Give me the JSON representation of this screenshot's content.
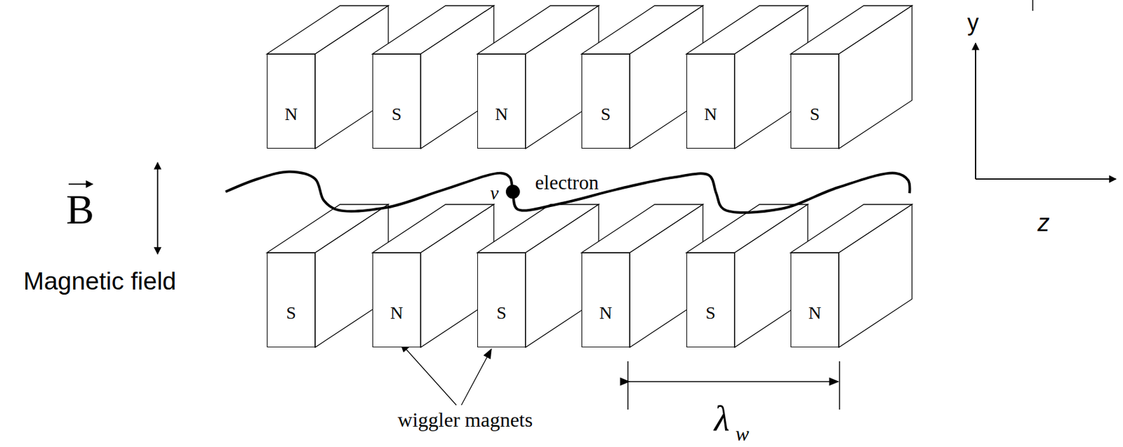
{
  "diagram": {
    "nodes": [
      {
        "text": [
          "N"
        ]
      },
      {
        "text": [
          "S"
        ]
      },
      {
        "text": [
          "N"
        ]
      },
      {
        "text": [
          "S"
        ]
      },
      {
        "text": [
          "N"
        ]
      },
      {
        "text": [
          "S"
        ]
      },
      {
        "text": [
          "S"
        ]
      },
      {
        "text": [
          "N"
        ]
      },
      {
        "text": [
          "S"
        ]
      },
      {
        "text": [
          "N"
        ]
      },
      {
        "text": [
          "S"
        ]
      },
      {
        "text": [
          "N"
        ]
      }
    ],
    "labels": [
      "B",
      "Magnetic field",
      "v",
      "electron",
      "wiggler magnets",
      "λ",
      "w",
      "y",
      "z"
    ]
  }
}
